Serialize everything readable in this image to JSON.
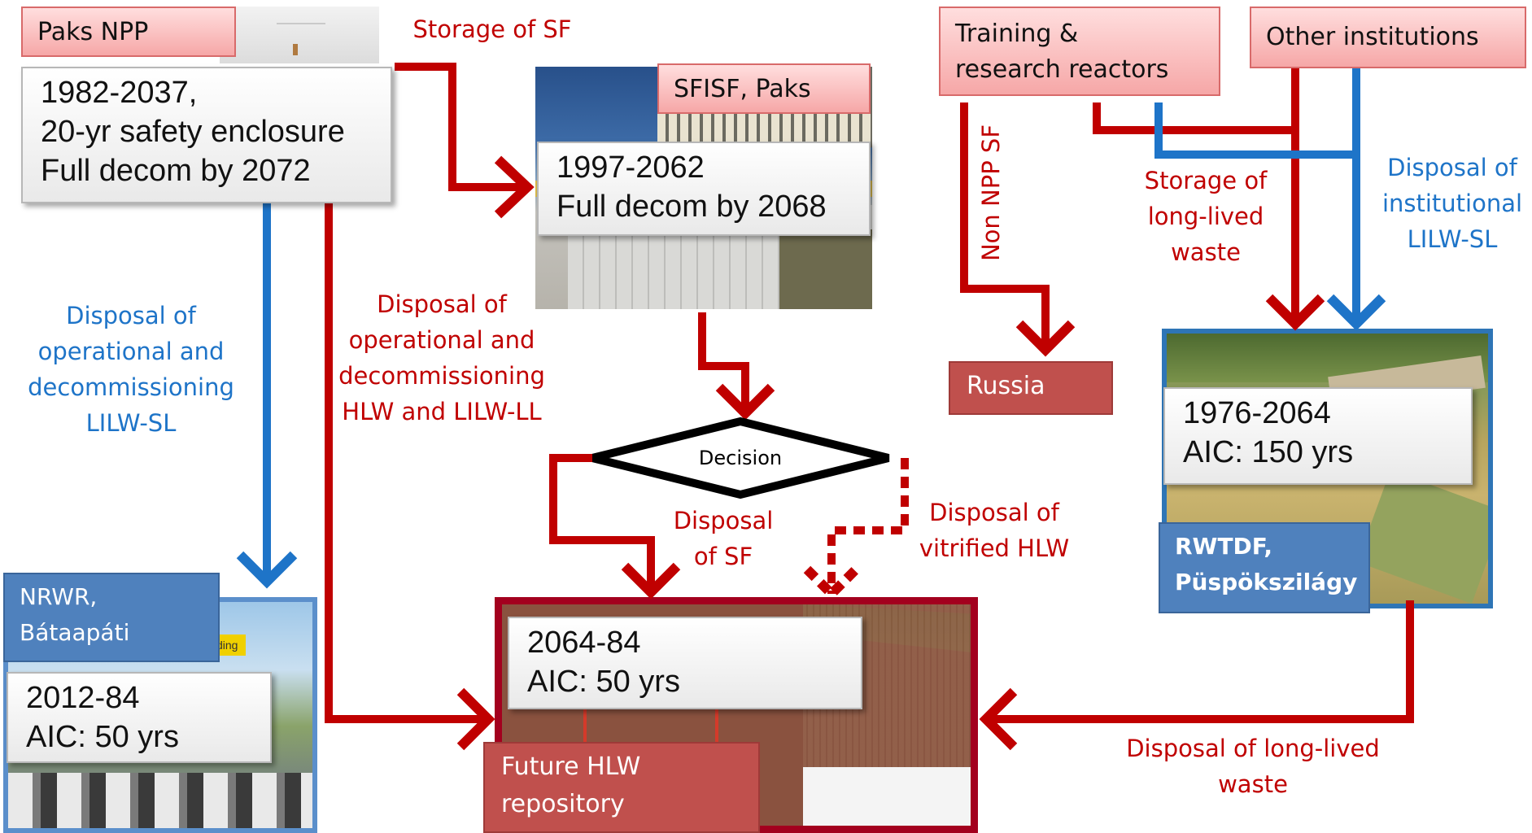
{
  "colors": {
    "red_flow": "#c00000",
    "blue_flow": "#1e74c8",
    "decision": "#000000"
  },
  "paks": {
    "title": "Paks NPP",
    "info": [
      "1982-2037,",
      "20-yr safety enclosure",
      "Full decom by 2072"
    ]
  },
  "sfisf": {
    "title": "SFISF, Paks",
    "info": [
      "1997-2062",
      "Full decom by 2068"
    ]
  },
  "training": {
    "title": [
      "Training &",
      "research reactors"
    ]
  },
  "other": {
    "title": "Other institutions"
  },
  "decision": {
    "label": "Decision"
  },
  "russia": {
    "label": "Russia"
  },
  "rwtdf": {
    "info": [
      "1976-2064",
      "AIC: 150 yrs"
    ],
    "title": [
      "RWTDF,",
      "Püspökszilágy"
    ]
  },
  "nrwr": {
    "title": [
      "NRWR,",
      "Bátaapáti"
    ],
    "info": [
      "2012-84",
      "AIC: 50 yrs"
    ],
    "sign_text": "ding"
  },
  "hlw": {
    "info": [
      "2064-84",
      "AIC: 50 yrs"
    ],
    "title": [
      "Future HLW",
      "repository"
    ]
  },
  "labels": {
    "storage_sf": "Storage of SF",
    "disposal_sl": [
      "Disposal of",
      "operational and",
      "decommissioning",
      "LILW-SL"
    ],
    "disposal_hlw": [
      "Disposal of",
      "operational and",
      "decommissioning",
      "HLW and LILW-LL"
    ],
    "disposal_sf": [
      "Disposal",
      "of SF"
    ],
    "disposal_vitrified": [
      "Disposal of",
      "vitrified HLW"
    ],
    "non_npp_sf": "Non NPP SF",
    "storage_longlived": [
      "Storage of",
      "long-lived",
      "waste"
    ],
    "disposal_institutional": [
      "Disposal of",
      "institutional",
      "LILW-SL"
    ],
    "disposal_longlived": [
      "Disposal of long-lived",
      "waste"
    ]
  }
}
